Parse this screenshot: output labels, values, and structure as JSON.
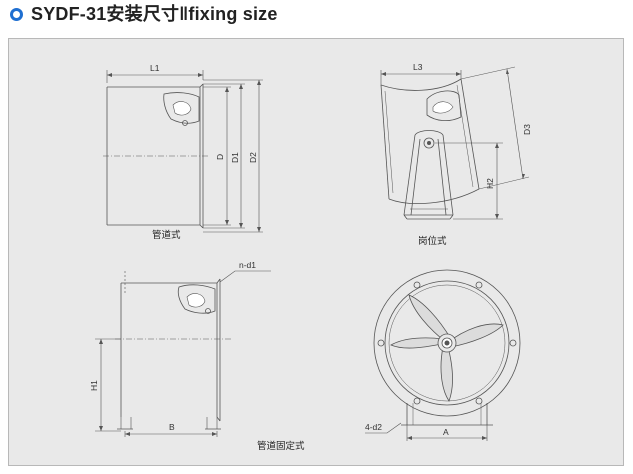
{
  "header": {
    "title": "SYDF-31安装尺寸‖fixing size",
    "accent_color": "#1f6fd1",
    "bullet_icon": "circle-bullet-icon"
  },
  "figures": {
    "duct": {
      "caption": "管道式",
      "labels": {
        "L1": "L1",
        "D": "D",
        "D1": "D1",
        "D2": "D2"
      }
    },
    "post": {
      "caption": "岗位式",
      "labels": {
        "L3": "L3",
        "D3": "D3",
        "H2": "H2"
      }
    },
    "duct_fixed": {
      "caption": "管道固定式",
      "labels": {
        "nd1": "n-d1",
        "H1": "H1",
        "B": "B"
      }
    },
    "front": {
      "labels": {
        "d2": "4-d2",
        "A": "A"
      }
    }
  }
}
